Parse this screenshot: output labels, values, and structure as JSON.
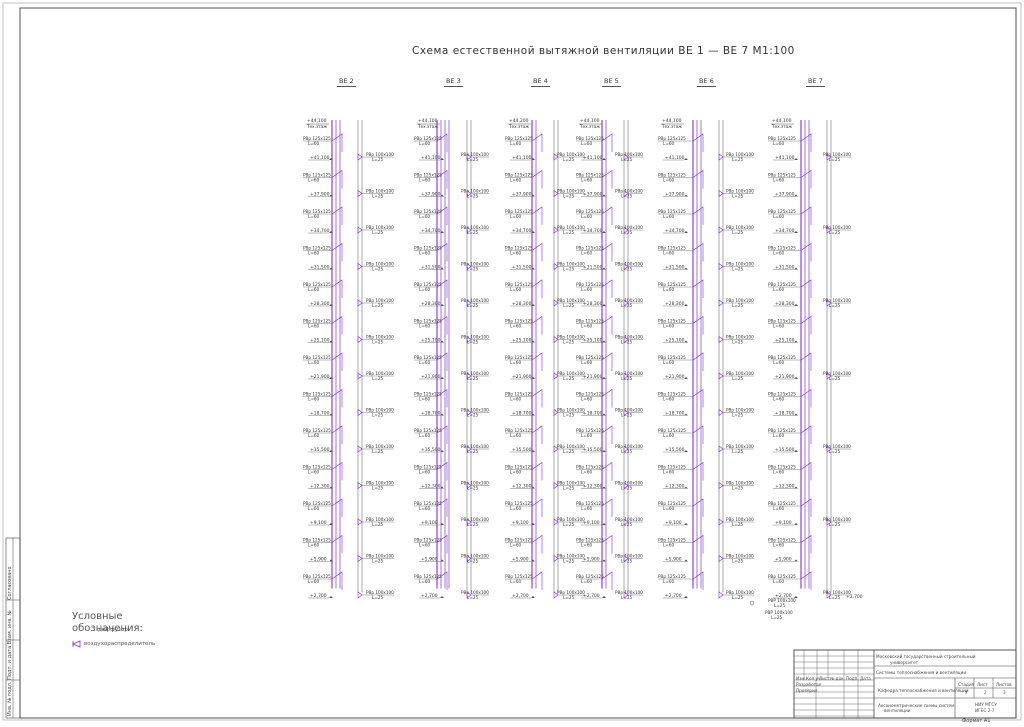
{
  "drawing": {
    "title": "Схема естественной вытяжной вентиляции ВЕ 1 — ВЕ 7 М1:100",
    "columns": [
      {
        "label": "ВЕ 2",
        "top_mark": "+44,100",
        "top_note": "Тех.этаж"
      },
      {
        "label": "ВЕ 3",
        "top_mark": "+44,100",
        "top_note": "Тех.этаж"
      },
      {
        "label": "ВЕ 4",
        "top_mark": "+44,200",
        "top_note": "Тех.этаж"
      },
      {
        "label": "ВЕ 5",
        "top_mark": "+44,100",
        "top_note": "Тех.этаж"
      },
      {
        "label": "ВЕ 6",
        "top_mark": "+44,100",
        "top_note": "Тех.этаж"
      },
      {
        "label": "ВЕ 7",
        "top_mark": "+44,100",
        "top_note": "Тех.этаж"
      }
    ],
    "floor_marks": [
      "+41,100",
      "+37,900",
      "+34,700",
      "+31,500",
      "+28,300",
      "+25,100",
      "+21,900",
      "+18,700",
      "+15,500",
      "+12,300",
      "+9,100",
      "+5,900",
      "+2,700"
    ],
    "grille_small": "РВр 125х125",
    "grille_small_len": "L=60",
    "grille_large": "РВр 100х100",
    "grille_large_len": "L=25",
    "ve7_bottom": [
      "РВР 100х100",
      "L=25"
    ],
    "ve7_bottom_mark": "+2,700"
  },
  "legend": {
    "title_line1": "Условные",
    "title_line2": "обозначения:",
    "item1": "диффузор",
    "item2": "воздухораспределитель"
  },
  "title_block": {
    "org_line1": "Московский государственный строительный",
    "org_line2": "университет",
    "project": "Системы теплоснабжения и вентиляции",
    "sheet_name": "Кафедра теплоснабжения и вентиляции",
    "drawing_name_line1": "Аксонометрические схемы систем",
    "drawing_name_line2": "вентиляции",
    "hdr_izm": "Изм.",
    "hdr_kol": "Кол.уч.",
    "hdr_list": "Лист",
    "hdr_doc": "№ док.",
    "hdr_podp": "Подп.",
    "hdr_data": "Дата",
    "developed": "Разработал",
    "checked": "Проверил",
    "stage_hdr": "Стадия",
    "sheet_hdr": "Лист",
    "sheets_hdr": "Листов",
    "stage": "У",
    "sheet": "2",
    "sheets": "3",
    "school_line1": "НИУ МГСУ",
    "school_line2": "ИГЕС 2-7"
  },
  "side_stamp": {
    "text1": "Согласовано",
    "text2": "Инв. № подл.  Подп. и дата  Взам. инв. №"
  },
  "format": "Формат А1"
}
